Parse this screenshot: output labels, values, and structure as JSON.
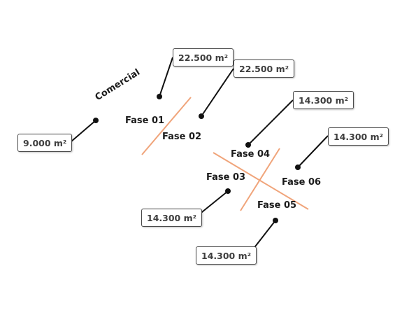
{
  "colors": {
    "divider": "#F0A47A",
    "leader": "#111111",
    "text": "#1b1b1b",
    "box_border": "#4a4a4a"
  },
  "phases": [
    {
      "id": "comercial",
      "label": "Comercial"
    },
    {
      "id": "fase01",
      "label": "Fase 01"
    },
    {
      "id": "fase02",
      "label": "Fase 02"
    },
    {
      "id": "fase03",
      "label": "Fase 03"
    },
    {
      "id": "fase04",
      "label": "Fase 04"
    },
    {
      "id": "fase05",
      "label": "Fase 05"
    },
    {
      "id": "fase06",
      "label": "Fase 06"
    }
  ],
  "areas": [
    {
      "id": "comercial",
      "value": "9.000 m²"
    },
    {
      "id": "fase01",
      "value": "22.500 m²"
    },
    {
      "id": "fase02",
      "value": "22.500 m²"
    },
    {
      "id": "fase03",
      "value": "14.300 m²"
    },
    {
      "id": "fase04",
      "value": "14.300 m²"
    },
    {
      "id": "fase05",
      "value": "14.300 m²"
    },
    {
      "id": "fase06",
      "value": "14.300 m²"
    }
  ]
}
